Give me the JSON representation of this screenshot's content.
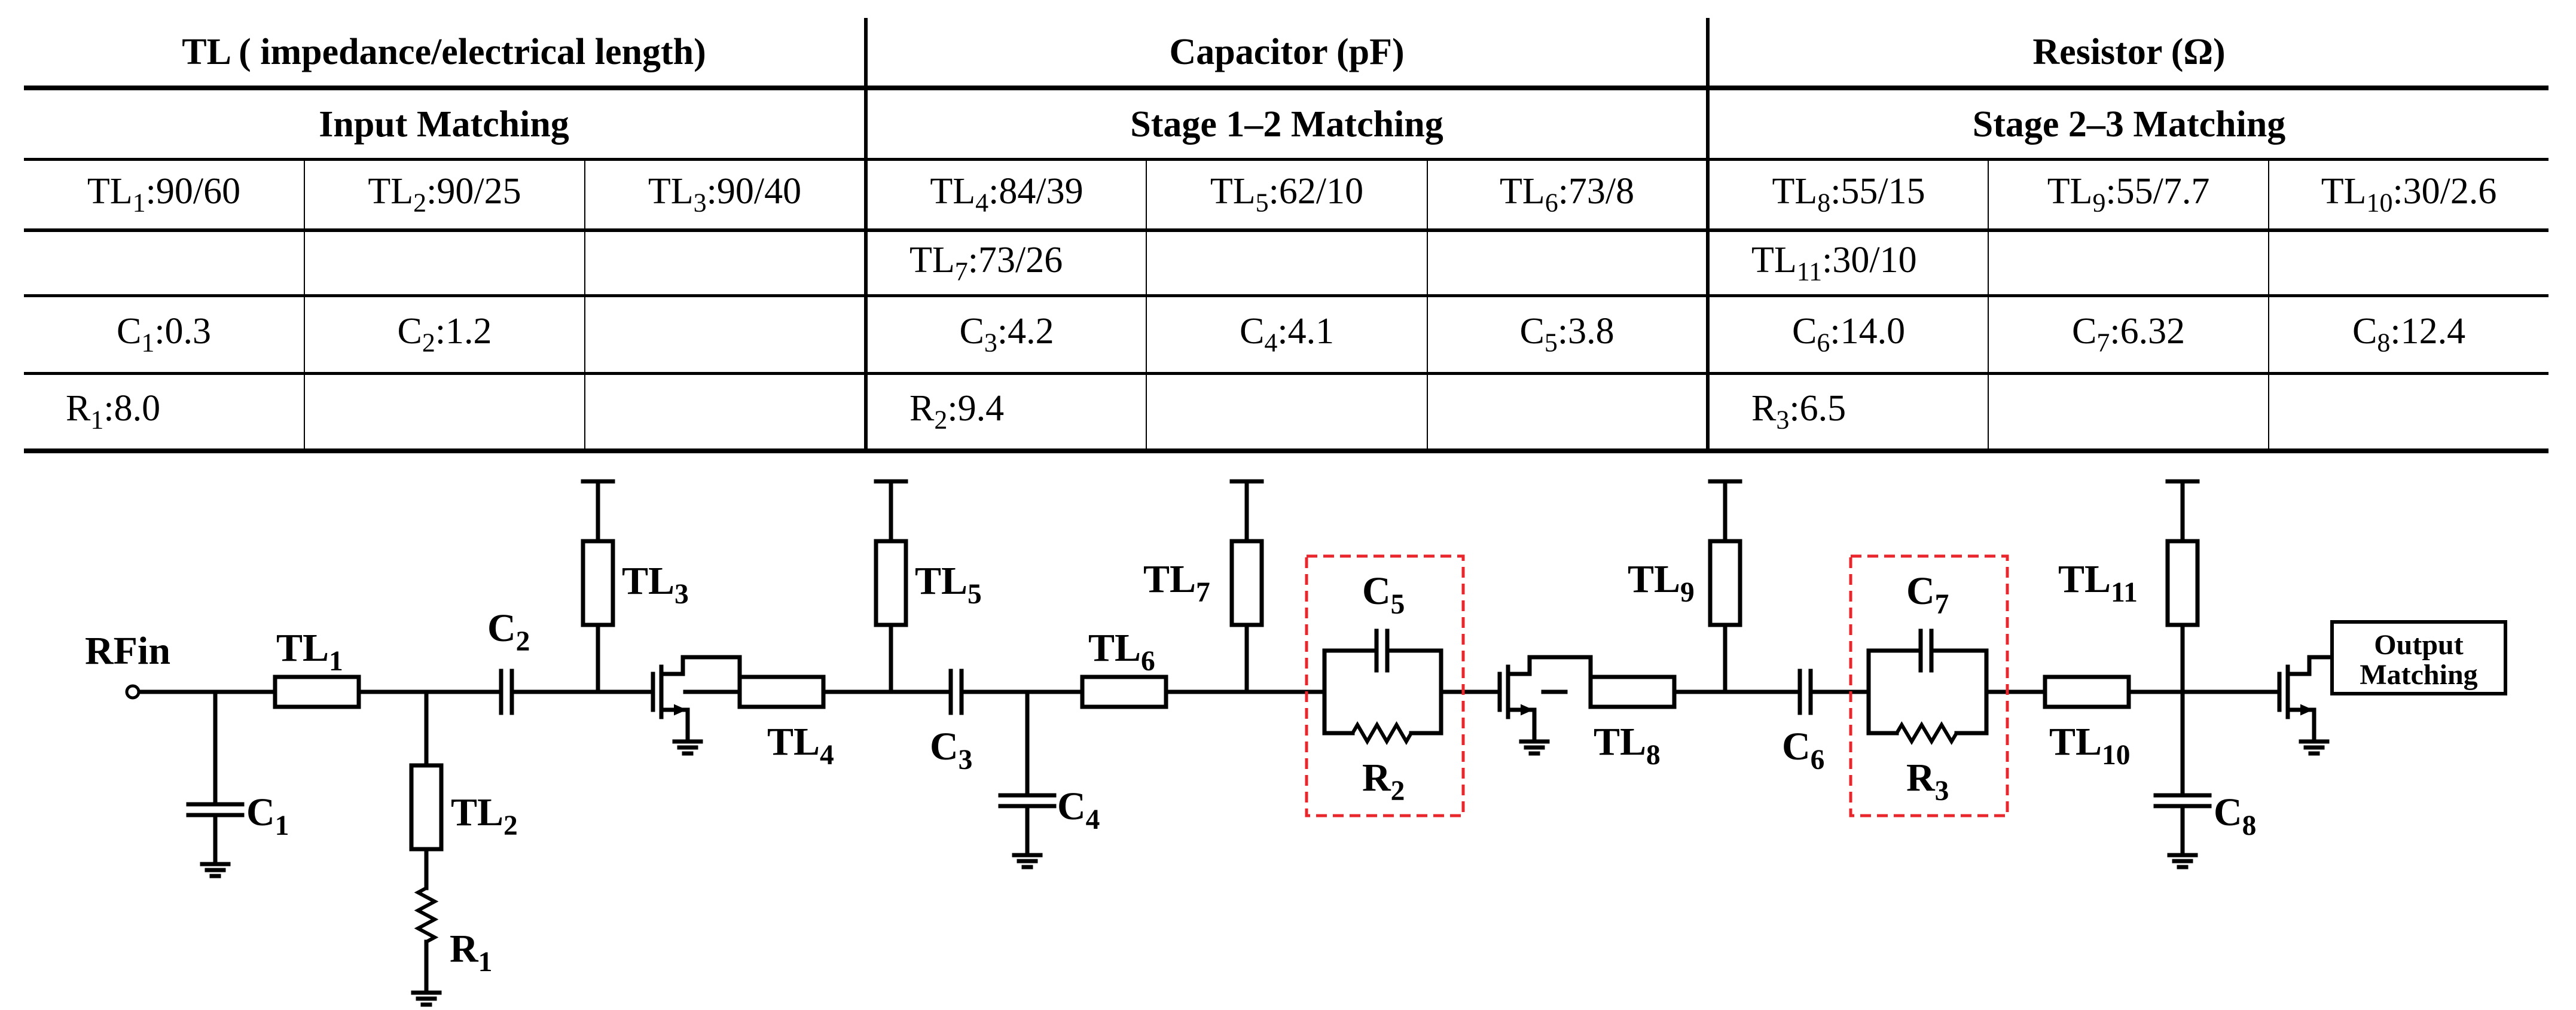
{
  "table": {
    "headers": [
      "TL ( impedance/electrical length)",
      "Capacitor (pF)",
      "Resistor (Ω)"
    ],
    "sections": [
      "Input Matching",
      "Stage 1–2 Matching",
      "Stage 2–3 Matching"
    ],
    "tl_row1": [
      {
        "base": "TL",
        "sub": "1",
        "val": ":90/60"
      },
      {
        "base": "TL",
        "sub": "2",
        "val": ":90/25"
      },
      {
        "base": "TL",
        "sub": "3",
        "val": ":90/40"
      },
      {
        "base": "TL",
        "sub": "4",
        "val": ":84/39"
      },
      {
        "base": "TL",
        "sub": "5",
        "val": ":62/10"
      },
      {
        "base": "TL",
        "sub": "6",
        "val": ":73/8"
      },
      {
        "base": "TL",
        "sub": "8",
        "val": ":55/15"
      },
      {
        "base": "TL",
        "sub": "9",
        "val": ":55/7.7"
      },
      {
        "base": "TL",
        "sub": "10",
        "val": ":30/2.6"
      }
    ],
    "tl_row2": [
      {
        "base": "",
        "sub": "",
        "val": ""
      },
      {
        "base": "",
        "sub": "",
        "val": ""
      },
      {
        "base": "",
        "sub": "",
        "val": ""
      },
      {
        "base": "TL",
        "sub": "7",
        "val": ":73/26"
      },
      {
        "base": "",
        "sub": "",
        "val": ""
      },
      {
        "base": "",
        "sub": "",
        "val": ""
      },
      {
        "base": "TL",
        "sub": "11",
        "val": ":30/10"
      },
      {
        "base": "",
        "sub": "",
        "val": ""
      },
      {
        "base": "",
        "sub": "",
        "val": ""
      }
    ],
    "cap_row": [
      {
        "base": "C",
        "sub": "1",
        "val": ":0.3"
      },
      {
        "base": "C",
        "sub": "2",
        "val": ":1.2"
      },
      {
        "base": "",
        "sub": "",
        "val": ""
      },
      {
        "base": "C",
        "sub": "3",
        "val": ":4.2"
      },
      {
        "base": "C",
        "sub": "4",
        "val": ":4.1"
      },
      {
        "base": "C",
        "sub": "5",
        "val": ":3.8"
      },
      {
        "base": "C",
        "sub": "6",
        "val": ":14.0"
      },
      {
        "base": "C",
        "sub": "7",
        "val": ":6.32"
      },
      {
        "base": "C",
        "sub": "8",
        "val": ":12.4"
      }
    ],
    "res_row": [
      {
        "base": "R",
        "sub": "1",
        "val": ":8.0"
      },
      {
        "base": "",
        "sub": "",
        "val": ""
      },
      {
        "base": "",
        "sub": "",
        "val": ""
      },
      {
        "base": "R",
        "sub": "2",
        "val": ":9.4"
      },
      {
        "base": "",
        "sub": "",
        "val": ""
      },
      {
        "base": "",
        "sub": "",
        "val": ""
      },
      {
        "base": "R",
        "sub": "3",
        "val": ":6.5"
      },
      {
        "base": "",
        "sub": "",
        "val": ""
      },
      {
        "base": "",
        "sub": "",
        "val": ""
      }
    ]
  },
  "circuit": {
    "input_label": "RFin",
    "output_box": [
      "Output",
      "Matching"
    ],
    "highlight_color": "#e8262b",
    "labels": {
      "TL1": {
        "base": "TL",
        "sub": "1"
      },
      "TL2": {
        "base": "TL",
        "sub": "2"
      },
      "TL3": {
        "base": "TL",
        "sub": "3"
      },
      "TL4": {
        "base": "TL",
        "sub": "4"
      },
      "TL5": {
        "base": "TL",
        "sub": "5"
      },
      "TL6": {
        "base": "TL",
        "sub": "6"
      },
      "TL7": {
        "base": "TL",
        "sub": "7"
      },
      "TL8": {
        "base": "TL",
        "sub": "8"
      },
      "TL9": {
        "base": "TL",
        "sub": "9"
      },
      "TL10": {
        "base": "TL",
        "sub": "10"
      },
      "TL11": {
        "base": "TL",
        "sub": "11"
      },
      "C1": {
        "base": "C",
        "sub": "1"
      },
      "C2": {
        "base": "C",
        "sub": "2"
      },
      "C3": {
        "base": "C",
        "sub": "3"
      },
      "C4": {
        "base": "C",
        "sub": "4"
      },
      "C5": {
        "base": "C",
        "sub": "5"
      },
      "C6": {
        "base": "C",
        "sub": "6"
      },
      "C7": {
        "base": "C",
        "sub": "7"
      },
      "C8": {
        "base": "C",
        "sub": "8"
      },
      "R1": {
        "base": "R",
        "sub": "1"
      },
      "R2": {
        "base": "R",
        "sub": "2"
      },
      "R3": {
        "base": "R",
        "sub": "3"
      }
    }
  }
}
